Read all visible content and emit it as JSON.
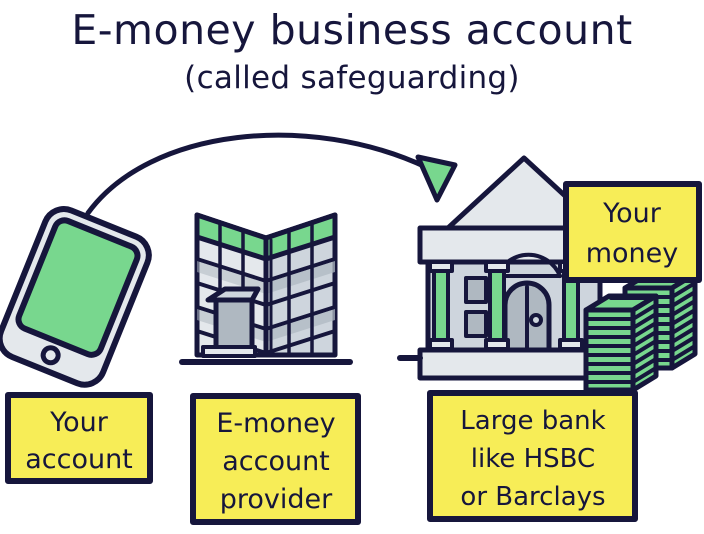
{
  "title": {
    "line1": "E-money business account",
    "line2": "(called safeguarding)"
  },
  "labels": {
    "phone": {
      "line1": "Your",
      "line2": "account"
    },
    "provider": {
      "line1": "E-money",
      "line2": "account",
      "line3": "provider"
    },
    "bank": {
      "line1": "Large bank",
      "line2": "like HSBC",
      "line3": "or Barclays"
    },
    "money": {
      "line1": "Your",
      "line2": "money"
    }
  },
  "icons": {
    "phone": "smartphone-icon",
    "provider": "office-building-icon",
    "bank": "bank-building-icon",
    "money": "cash-stack-icon",
    "flow": "curved-arrow-icon"
  },
  "colors": {
    "ink": "#16163c",
    "green": "#78d78e",
    "yellow": "#f7ed57",
    "light_gray": "#e4e8ec",
    "mid_gray": "#afb8c1",
    "pale_gray": "#ced5dd",
    "white": "#ffffff"
  }
}
